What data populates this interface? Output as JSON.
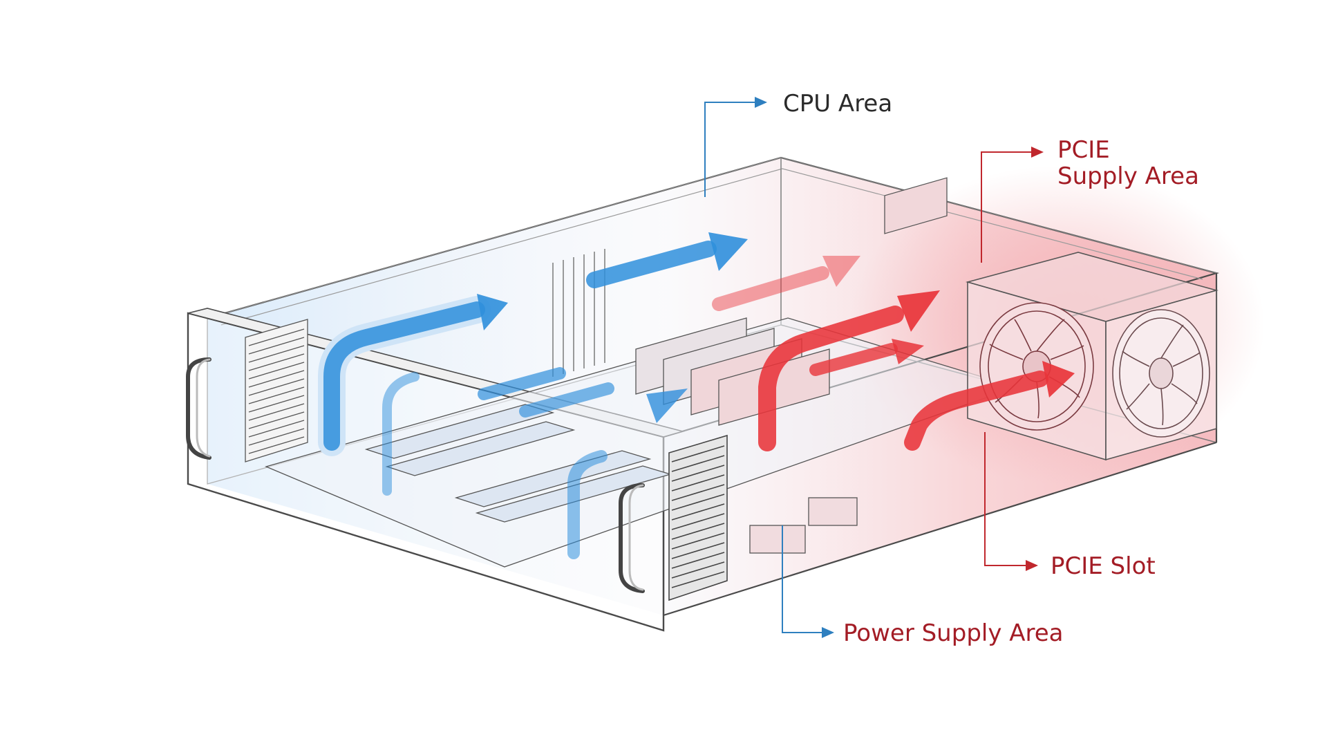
{
  "colors": {
    "cool": "#2f8fdc",
    "hot": "#e8343a",
    "label_dark": "#2a2a2a",
    "label_red": "#a31c25",
    "leader_blue": "#2e7fbf",
    "leader_red": "#c0272d",
    "outline": "#4a4a4a"
  },
  "callouts": {
    "cpu": {
      "label": "CPU Area"
    },
    "pcie_supply": {
      "line1": "PCIE",
      "line2": "Supply Area"
    },
    "pcie_slot": {
      "label": "PCIE Slot"
    },
    "power_supply": {
      "label": "Power Supply Area"
    }
  },
  "icons": {
    "fan": "fan-icon",
    "handle": "handle-icon",
    "vent": "vent-grille-icon",
    "airflow": "airflow-arrow-icon"
  }
}
